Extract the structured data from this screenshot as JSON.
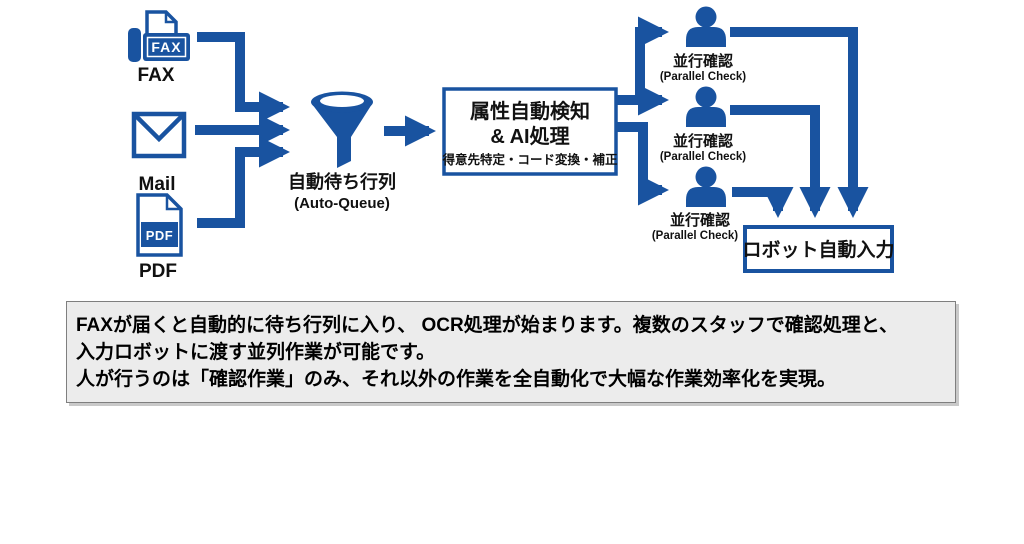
{
  "diagram": {
    "colors": {
      "primary_blue": "#1953a0",
      "text_black": "#111111",
      "caption_bg": "#ececec",
      "caption_border": "#7f7f7f",
      "white": "#ffffff"
    },
    "sources": {
      "fax": {
        "label": "FAX",
        "icon_text": "FAX"
      },
      "mail": {
        "label": "Mail"
      },
      "pdf": {
        "label": "PDF",
        "icon_text": "PDF"
      }
    },
    "queue": {
      "label_jp": "自動待ち行列",
      "label_en": "(Auto-Queue)"
    },
    "ai_box": {
      "line1": "属性自動検知",
      "line2": "& AI処理",
      "line3": "得意先特定・コード変換・補正"
    },
    "checkers": [
      {
        "label_jp": "並行確認",
        "label_en": "(Parallel Check)"
      },
      {
        "label_jp": "並行確認",
        "label_en": "(Parallel Check)"
      },
      {
        "label_jp": "並行確認",
        "label_en": "(Parallel Check)"
      }
    ],
    "robot_box": {
      "label": "ロボット自動入力"
    }
  },
  "caption": {
    "line1": "FAXが届くと自動的に待ち行列に入り、 OCR処理が始まります。複数のスタッフで確認処理と、",
    "line2": "入力ロボットに渡す並列作業が可能です。",
    "line3": "人が行うのは「確認作業」のみ、それ以外の作業を全自動化で大幅な作業効率化を実現。"
  }
}
